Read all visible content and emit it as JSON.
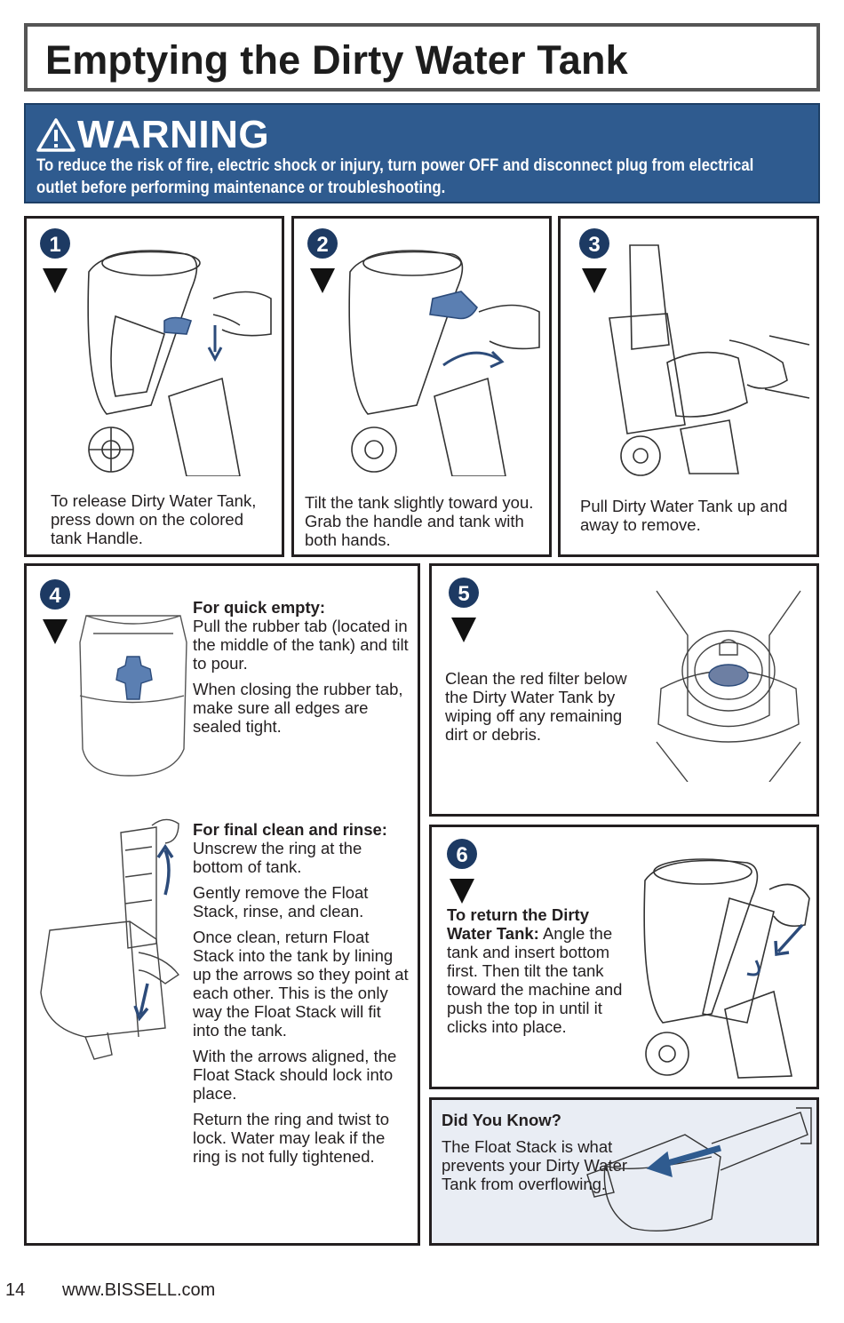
{
  "header": {
    "title": "Emptying the Dirty Water Tank"
  },
  "warning": {
    "title": "WARNING",
    "text": "To reduce the risk of fire, electric shock or injury, turn power OFF and disconnect plug from electrical outlet before performing maintenance or troubleshooting."
  },
  "steps": [
    {
      "number": "1",
      "text": "To release Dirty Water Tank, press down on the colored tank Handle."
    },
    {
      "number": "2",
      "text": "Tilt the tank slightly toward you. Grab the handle and tank with both hands."
    },
    {
      "number": "3",
      "text": "Pull Dirty Water Tank up and away to remove."
    },
    {
      "number": "4",
      "quick_heading": "For quick empty:",
      "quick_text": "Pull the rubber tab (located in the middle of the tank) and tilt to pour.",
      "closing_text": "When closing the rubber tab, make sure all edges are sealed tight.",
      "final_heading": "For final clean and rinse:",
      "final_text": " Unscrew the ring at the bottom of tank.",
      "remove_text": "Gently remove the Float Stack, rinse, and clean.",
      "return_text": "Once clean, return Float Stack into the tank by lining up the arrows so they point at each other. This is the only way the Float Stack will fit into the tank.",
      "aligned_text": "With the arrows aligned, the Float Stack should lock into place.",
      "ring_text": "Return the ring and twist to lock. Water may leak if the ring is not fully tightened."
    },
    {
      "number": "5",
      "text": "Clean the red filter below the Dirty Water Tank by wiping off any remaining dirt or debris."
    },
    {
      "number": "6",
      "heading": "To return the Dirty Water Tank:",
      "text": " Angle the tank and insert bottom first. Then tilt the tank toward the machine and push the top in until it clicks into place."
    }
  ],
  "did_you_know": {
    "heading": "Did You Know?",
    "text": "The Float Stack is what prevents your Dirty Water Tank from overflowing."
  },
  "footer": {
    "page_number": "14",
    "website": "www.BISSELL.com"
  },
  "colors": {
    "brand_blue": "#2f5b8f",
    "accent_blue": "#3a6aa6",
    "navy": "#1d3a63",
    "dyk_bg": "#e9edf4"
  }
}
